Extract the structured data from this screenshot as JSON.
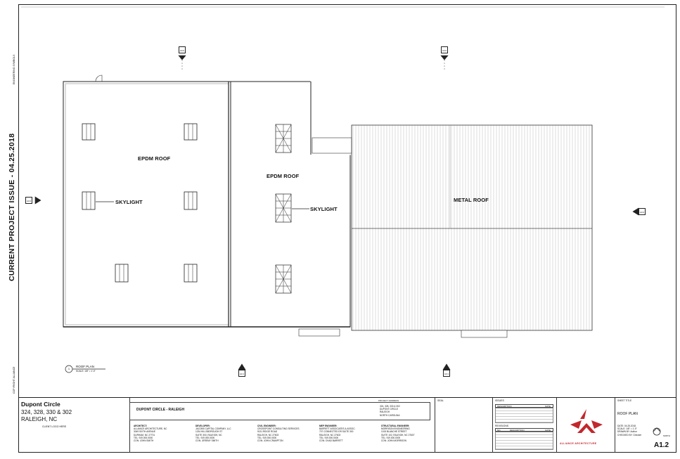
{
  "side": {
    "issue_stamp": "CURRENT PROJECT ISSUE - 04.25.2018"
  },
  "plan": {
    "label_epdm_left": "EPDM ROOF",
    "label_epdm_mid": "EPDM ROOF",
    "label_skylight_left": "SKYLIGHT",
    "label_skylight_mid": "SKYLIGHT",
    "label_metal": "METAL ROOF",
    "title_tag": "1",
    "title_text": "ROOF PLAN",
    "title_scale": "SCALE: 1/8\" = 1'-0\"",
    "tags": {
      "top_left": "A3.0",
      "top_right": "A3.0",
      "left": "A3.0",
      "right": "A3.0",
      "bottom_left": "A3.1",
      "bottom_right": "A3.1"
    }
  },
  "titleblock": {
    "project_name": "Dupont Circle",
    "address": "324, 328, 330 & 302",
    "city": "RALEIGH, NC",
    "client_logo": "CLIENT LOGO HERE",
    "project_title": "DUPONT CIRCLE - RALEIGH",
    "project_address_label": "PROJECT ADDRESS",
    "seal_label": "SEAL",
    "issues_label": "ISSUES",
    "revisions_label": "REVISIONS",
    "desc_label": "DESCRIPTION",
    "date_label": "DATE",
    "no_label": "NO.",
    "firm_name": "ALLIANCE ARCHITECTURE",
    "sheet_title_label": "SHEET TITLE",
    "sheet_title": "ROOF PLAN",
    "sheet_number": "A1.2",
    "north_label": "NORTH",
    "consultants": [
      {
        "role": "ARCHITECT:",
        "name": "ALLIANCE ARCHITECTURE, NC"
      },
      {
        "role": "DEVELOPER:",
        "name": "JACOBS CAPITAL COMPANY, LLC"
      },
      {
        "role": "CIVIL ENGINEER:",
        "name": "CROSSPOINT CONSULTING SERVICES"
      },
      {
        "role": "MEP ENGINEER:",
        "name": "BARRETT ASSOCIATES & ASSOC."
      },
      {
        "role": "STRUCTURAL ENGINEER:",
        "name": "MORRISON ENGINEERING"
      }
    ]
  }
}
